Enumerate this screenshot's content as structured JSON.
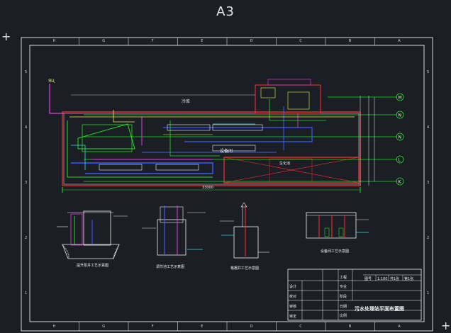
{
  "sheet_size": "A3",
  "grid": {
    "columns": [
      "H",
      "G",
      "F",
      "E",
      "D",
      "C",
      "B",
      "A"
    ],
    "rows": [
      "5",
      "4",
      "3",
      "2",
      "1"
    ]
  },
  "axis_markers": [
    "M",
    "N",
    "N",
    "L",
    "K"
  ],
  "plan_labels": {
    "north": "ЯЦ",
    "room": "冷库",
    "building_b": "设备间",
    "pool": "生化池",
    "dimension": "33000"
  },
  "sections": [
    {
      "caption": "提升泵井工艺示意图"
    },
    {
      "caption": "调节池工艺示意图"
    },
    {
      "caption": "格栅井工艺示意图"
    },
    {
      "caption": "设备间工艺示意图"
    }
  ],
  "title_block": {
    "drawing_title": "污水处理站平面布置图",
    "rows_left": [
      "设计",
      "校对",
      "审核",
      "审定"
    ],
    "rows_right": [
      "工程",
      "专业",
      "阶段",
      "日期",
      "比例"
    ],
    "header": [
      "图号",
      "1:100",
      "共1张",
      "第1张"
    ]
  },
  "colors": {
    "background": "#1b1e25",
    "frame": "#d8d8d8",
    "wall": "#ff3030",
    "pipe_green": "#20e020",
    "pipe_blue": "#3a5cff",
    "pipe_magenta": "#e040e0",
    "pipe_yellow": "#f0f040",
    "pipe_cyan": "#30e0e0",
    "text_white": "#f0f0f0"
  }
}
